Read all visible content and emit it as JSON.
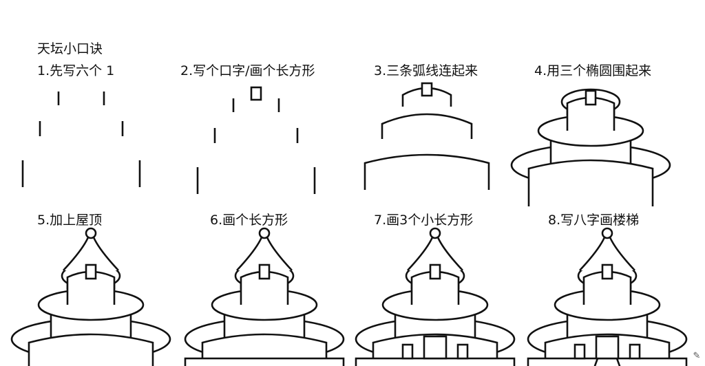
{
  "heading": "天坛小口诀",
  "steps": [
    {
      "label": "1.先写六个 1"
    },
    {
      "label": "2.写个口字/画个长方形"
    },
    {
      "label": "3.三条弧线连起来"
    },
    {
      "label": "4.用三个椭圆围起来"
    },
    {
      "label": "5.加上屋顶"
    },
    {
      "label": "6.画个长方形"
    },
    {
      "label": "7.画3个小长方形"
    },
    {
      "label": "8.写八字画楼梯"
    }
  ],
  "edit_icon": "pencil-icon"
}
